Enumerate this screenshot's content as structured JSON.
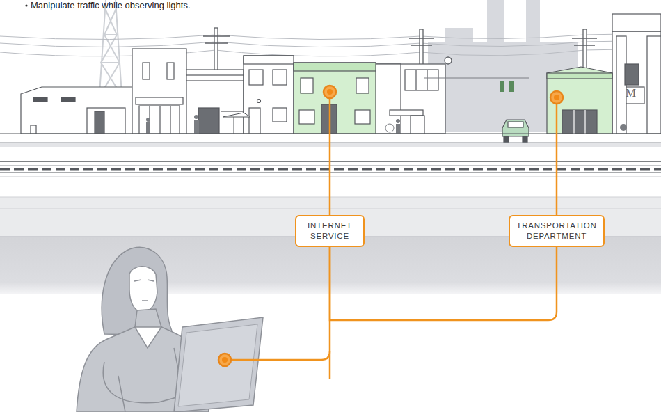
{
  "diagram": {
    "nodes": [
      {
        "text": [
          "INTERNET SERVICE"
        ]
      },
      {
        "text": [
          "TRANSPORTATION DEPARTMENT"
        ]
      }
    ],
    "edges": [
      {
        "from": 0,
        "to": 1,
        "arrow": "none"
      }
    ],
    "labels": [
      "Manipulate traffic while observing lights.",
      "M"
    ]
  }
}
